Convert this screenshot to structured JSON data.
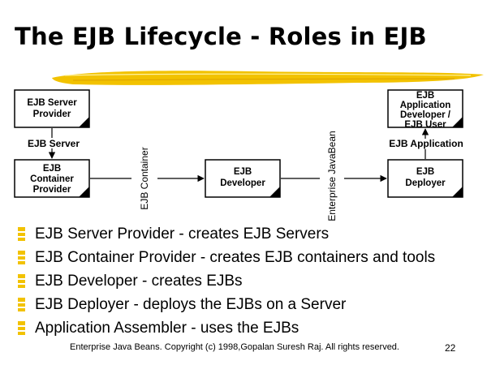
{
  "slide": {
    "title": "The EJB Lifecycle - Roles in EJB",
    "footer": "Enterprise Java Beans. Copyright (c) 1998,Gopalan Suresh Raj. All rights reserved.",
    "page_number": "22",
    "accent_color": "#f2c200"
  },
  "diagram": {
    "boxes": {
      "server_provider": [
        "EJB Server",
        "Provider"
      ],
      "container_provider": [
        "EJB",
        "Container",
        "Provider"
      ],
      "developer": [
        "EJB",
        "Developer"
      ],
      "deployer": [
        "EJB",
        "Deployer"
      ],
      "app_developer": [
        "EJB",
        "Application",
        "Developer /",
        "EJB User"
      ]
    },
    "flows": {
      "ejb_server": "EJB Server",
      "ejb_container": "EJB Container",
      "enterprise_javabean": "Enterprise JavaBean",
      "ejb_application": "EJB Application"
    }
  },
  "bullets": [
    "EJB Server Provider - creates EJB Servers",
    "EJB Container Provider - creates EJB containers and tools",
    "EJB Developer - creates EJBs",
    "EJB Deployer - deploys the EJBs on a Server",
    "Application Assembler - uses the EJBs"
  ]
}
